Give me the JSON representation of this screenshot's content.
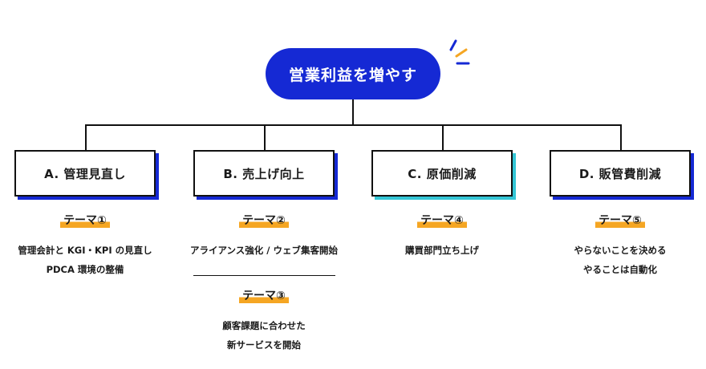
{
  "root": {
    "label": "営業利益を増やす"
  },
  "colors": {
    "primary": "#1529d4",
    "accent": "#f5a623",
    "teal": "#34c6d6"
  },
  "branches": [
    {
      "label": "A. 管理見直し",
      "groups": [
        {
          "theme": "テーマ①",
          "lines": [
            "管理会計と KGI・KPI の見直し",
            "PDCA 環境の整備"
          ]
        }
      ]
    },
    {
      "label": "B. 売上げ向上",
      "groups": [
        {
          "theme": "テーマ②",
          "lines": [
            "アライアンス強化 / ウェブ集客開始"
          ]
        },
        {
          "theme": "テーマ③",
          "lines": [
            "顧客課題に合わせた",
            "新サービスを開始"
          ]
        }
      ]
    },
    {
      "label": "C. 原価削減",
      "groups": [
        {
          "theme": "テーマ④",
          "lines": [
            "購買部門立ち上げ"
          ]
        }
      ]
    },
    {
      "label": "D. 販管費削減",
      "groups": [
        {
          "theme": "テーマ⑤",
          "lines": [
            "やらないことを決める",
            "やることは自動化"
          ]
        }
      ]
    }
  ]
}
